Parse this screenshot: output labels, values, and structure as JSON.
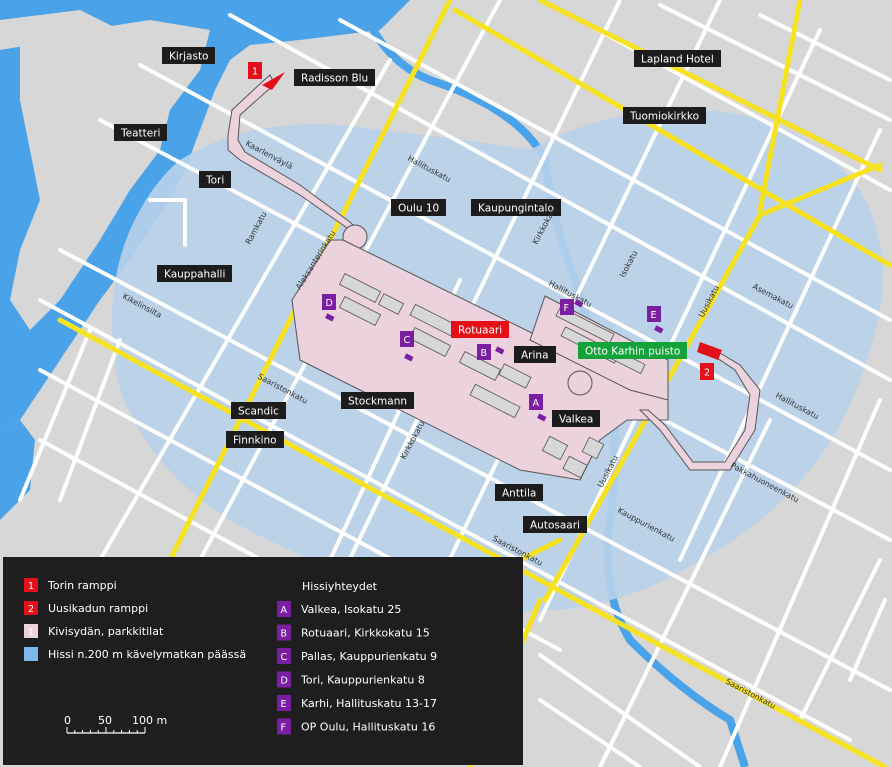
{
  "colors": {
    "background": "#d7d7d7",
    "water": "#4aa3e8",
    "walk_zone": "#b8d2ea",
    "street_minor": "#ffffff",
    "street_major": "#f7e21f",
    "parking": "#ecd2dc",
    "parking_outline": "#555555",
    "ramp": "#e3101a",
    "elevator": "#7b1fa2",
    "label_bg": "#1c1c1c",
    "label_red": "#e3101a",
    "label_green": "#14a33b",
    "legend_bg": "#1e1e1e"
  },
  "place_labels": [
    {
      "id": "kirjasto",
      "text": "Kirjasto"
    },
    {
      "id": "radisson",
      "text": "Radisson Blu"
    },
    {
      "id": "lapland",
      "text": "Lapland Hotel"
    },
    {
      "id": "tuomiokirkko",
      "text": "Tuomiokirkko"
    },
    {
      "id": "teatteri",
      "text": "Teatteri"
    },
    {
      "id": "tori",
      "text": "Tori"
    },
    {
      "id": "oulu10",
      "text": "Oulu 10"
    },
    {
      "id": "kaupungintalo",
      "text": "Kaupungintalo"
    },
    {
      "id": "kauppahalli",
      "text": "Kauppahalli"
    },
    {
      "id": "rotuaari",
      "text": "Rotuaari"
    },
    {
      "id": "arina",
      "text": "Arina"
    },
    {
      "id": "otto",
      "text": "Otto Karhin puisto"
    },
    {
      "id": "stockmann",
      "text": "Stockmann"
    },
    {
      "id": "scandic",
      "text": "Scandic"
    },
    {
      "id": "valkea",
      "text": "Valkea"
    },
    {
      "id": "finnkino",
      "text": "Finnkino"
    },
    {
      "id": "anttila",
      "text": "Anttila"
    },
    {
      "id": "autosaari",
      "text": "Autosaari"
    }
  ],
  "street_labels": [
    {
      "id": "kaarlenvayla",
      "text": "Kaarlenväylä"
    },
    {
      "id": "hallituskatu1",
      "text": "Hallituskatu"
    },
    {
      "id": "ramkatu",
      "text": "Ramkatu"
    },
    {
      "id": "aleksanterinkatu",
      "text": "Aleksanterinkatu"
    },
    {
      "id": "kirkkokatu1",
      "text": "Kirkkokatu"
    },
    {
      "id": "hallituskatu2",
      "text": "Hallituskatu"
    },
    {
      "id": "isokatu",
      "text": "Isokatu"
    },
    {
      "id": "asemakatu",
      "text": "Asemakatu"
    },
    {
      "id": "uusikatu1",
      "text": "Uusikatu"
    },
    {
      "id": "kikelinsilta",
      "text": "Kikelinsilta"
    },
    {
      "id": "saaristonkatu1",
      "text": "Saaristonkatu"
    },
    {
      "id": "kirkkokatu2",
      "text": "Kirkkokatu"
    },
    {
      "id": "hallituskatu3",
      "text": "Hallituskatu"
    },
    {
      "id": "uusikatu2",
      "text": "Uusikatu"
    },
    {
      "id": "pakkahuoneenkatu",
      "text": "Pakkahuoneenkatu"
    },
    {
      "id": "kauppurienkatu",
      "text": "Kauppurienkatu"
    },
    {
      "id": "saaristonkatu2",
      "text": "Saaristonkatu"
    },
    {
      "id": "saaristonkatu3",
      "text": "Saaristonkatu"
    }
  ],
  "ramp_markers": [
    {
      "id": "ramp1",
      "text": "1"
    },
    {
      "id": "ramp2",
      "text": "2"
    }
  ],
  "elevator_markers": [
    {
      "id": "A",
      "text": "A"
    },
    {
      "id": "B",
      "text": "B"
    },
    {
      "id": "C",
      "text": "C"
    },
    {
      "id": "D",
      "text": "D"
    },
    {
      "id": "E",
      "text": "E"
    },
    {
      "id": "F",
      "text": "F"
    }
  ],
  "legend": {
    "items": [
      {
        "key": "1",
        "text": "Torin ramppi",
        "swatch": "ramp"
      },
      {
        "key": "2",
        "text": "Uusikadun ramppi",
        "swatch": "ramp"
      },
      {
        "key": "1",
        "text": "Kivisydän, parkkitilat",
        "swatch": "parking"
      },
      {
        "key": "",
        "text": "Hissi n.200 m kävelymatkan päässä",
        "swatch": "walk"
      }
    ],
    "elevators_title": "Hissiyhteydet",
    "elevators": [
      {
        "key": "A",
        "text": "Valkea, Isokatu 25"
      },
      {
        "key": "B",
        "text": "Rotuaari, Kirkkokatu 15"
      },
      {
        "key": "C",
        "text": "Pallas, Kauppurienkatu 9"
      },
      {
        "key": "D",
        "text": "Tori, Kauppurienkatu 8"
      },
      {
        "key": "E",
        "text": "Karhi, Hallituskatu 13-17"
      },
      {
        "key": "F",
        "text": "OP Oulu, Hallituskatu 16"
      }
    ],
    "scale": {
      "labels": [
        "0",
        "50",
        "100 m"
      ]
    }
  }
}
